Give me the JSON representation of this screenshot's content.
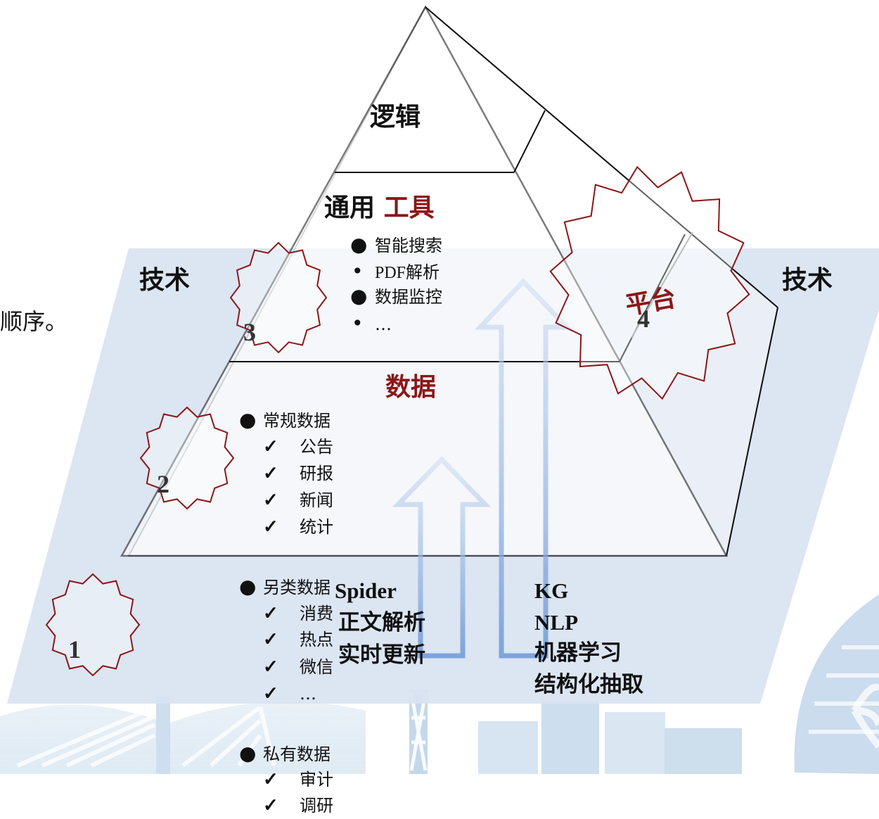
{
  "left_text": "顺序。",
  "side_labels": {
    "left": "技术",
    "right": "技术"
  },
  "pyramid": {
    "top_label": "逻辑",
    "tools_title_prefix": "通用",
    "tools_title_highlight": "工具",
    "tools_items": [
      "智能搜索",
      "PDF解析",
      "数据监控",
      "…"
    ],
    "data_title": "数据",
    "regular_data": {
      "title": "常规数据",
      "items": [
        "公告",
        "研报",
        "新闻",
        "统计"
      ]
    },
    "platform_label": "平台"
  },
  "lower_groups": {
    "alternative_data": {
      "title": "另类数据",
      "items": [
        "消费",
        "热点",
        "微信",
        "…"
      ]
    },
    "private_data": {
      "title": "私有数据",
      "items": [
        "审计",
        "调研"
      ]
    }
  },
  "tech_left": [
    "Spider",
    "正文解析",
    "实时更新"
  ],
  "tech_right": [
    "KG",
    "NLP",
    "机器学习",
    "结构化抽取"
  ],
  "badges": [
    "1",
    "2",
    "3",
    "4"
  ],
  "symbols": {
    "check": "✓",
    "bullet": "●",
    "small_bullet": "•"
  },
  "colors": {
    "plane": "#dbe5f2",
    "pyramid_fill": "#ffffff",
    "line": "#111111",
    "accent_red": "#8b1717",
    "arrow_blue": "#8eaedc",
    "skyline": "#bcd3e8"
  }
}
